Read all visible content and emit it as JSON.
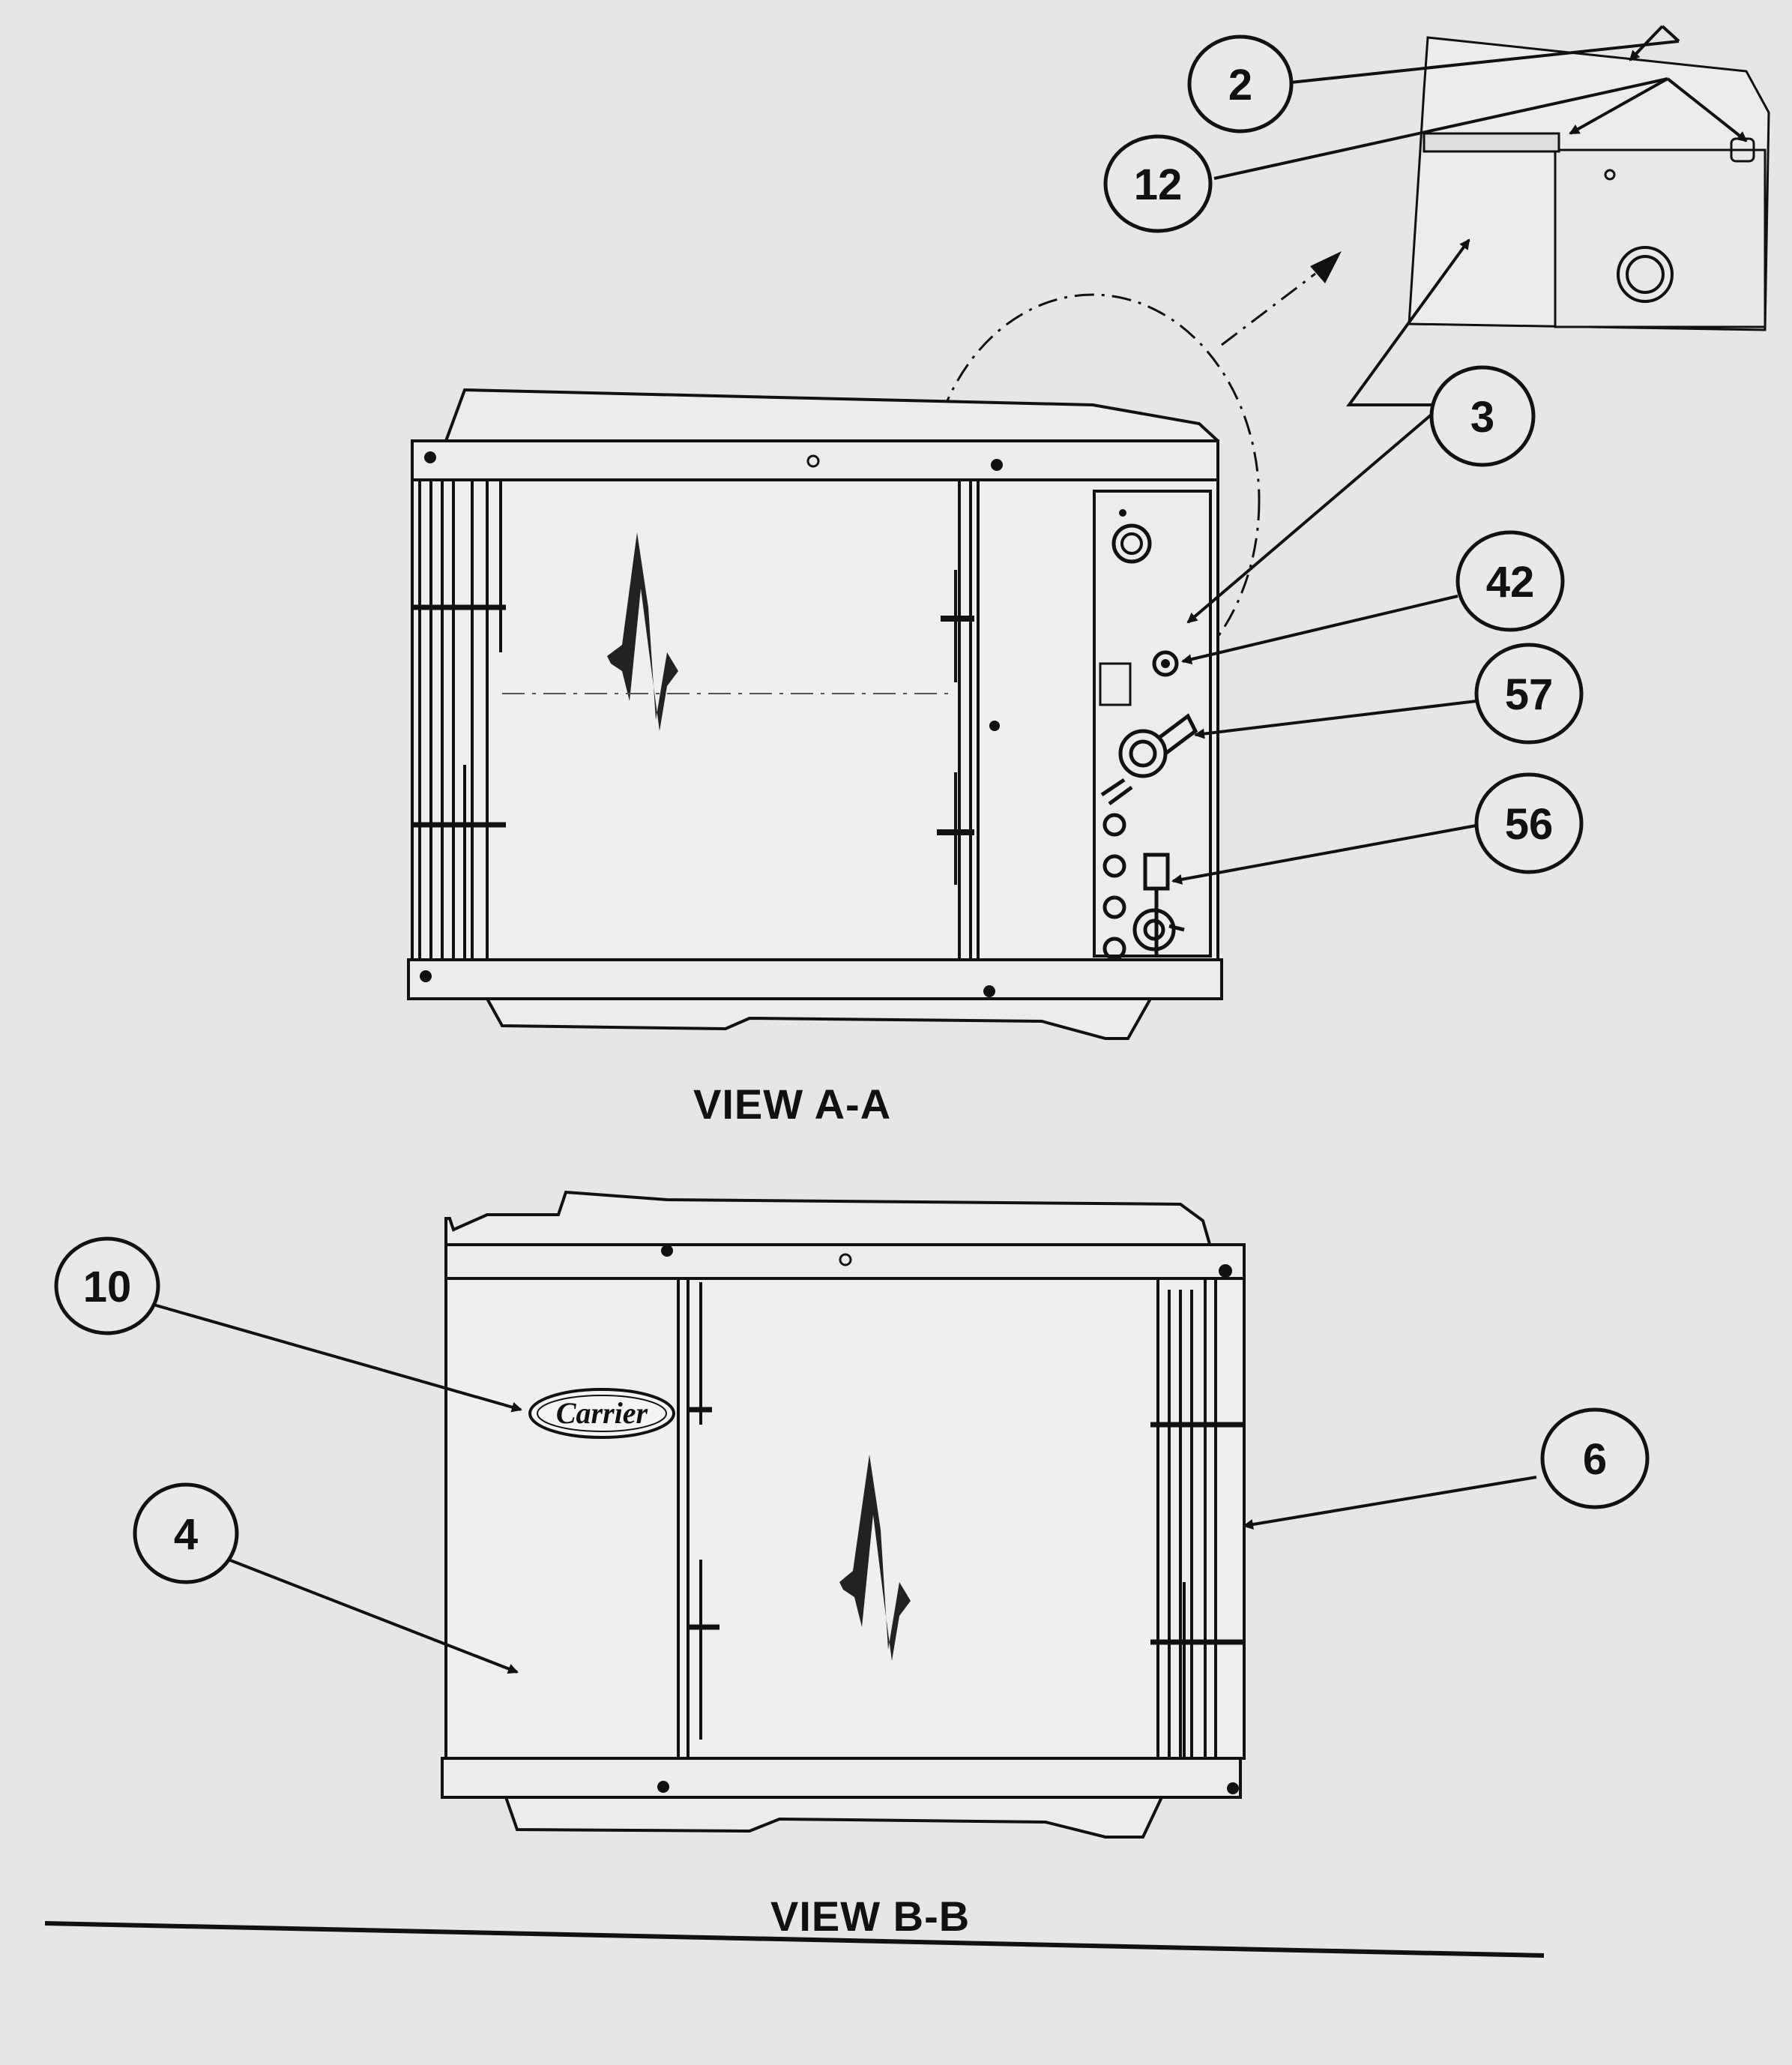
{
  "views": {
    "a_title": "VIEW A-A",
    "b_title": "VIEW B-B"
  },
  "callouts": {
    "c2": "2",
    "c12": "12",
    "c3": "3",
    "c42": "42",
    "c57": "57",
    "c56": "56",
    "c10": "10",
    "c4": "4",
    "c6": "6"
  },
  "logo": {
    "brand": "Carrier"
  },
  "colors": {
    "background": "#e6e6e6",
    "line": "#111111",
    "panel": "#efefef"
  }
}
